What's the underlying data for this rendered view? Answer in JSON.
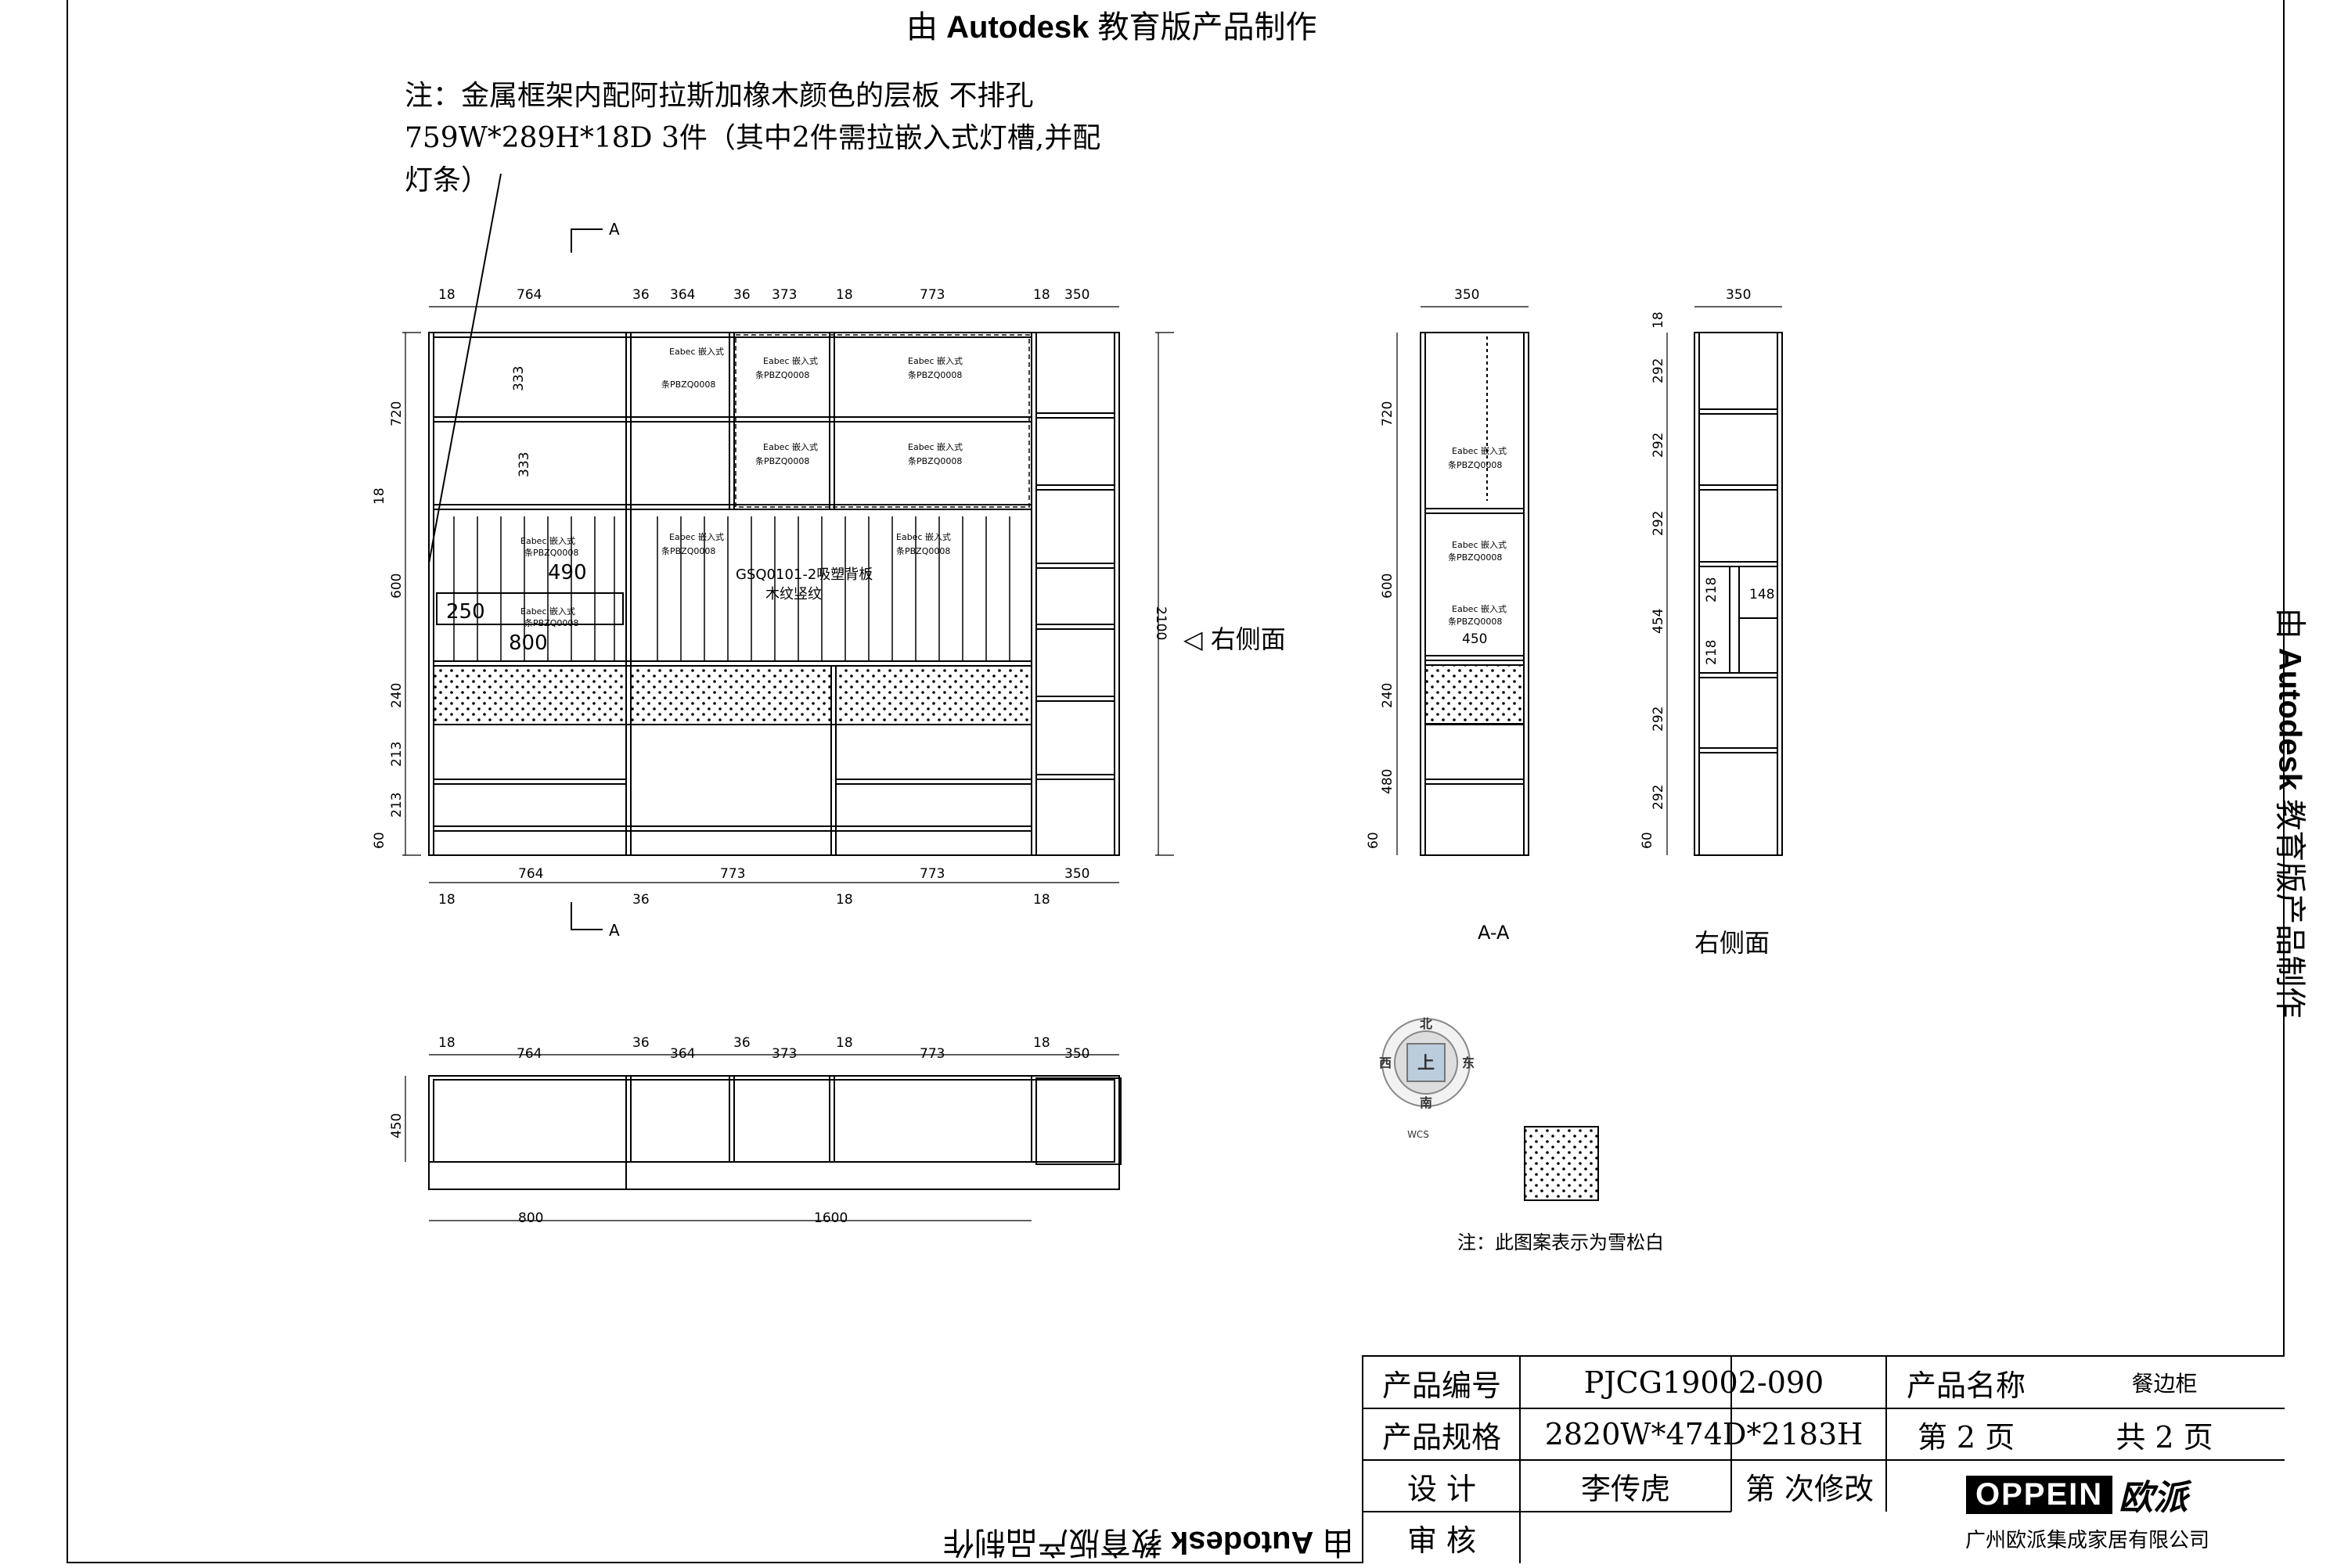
{
  "watermark": {
    "prefix": "由",
    "brand": "Autodesk",
    "suffix": "教育版产品制作"
  },
  "note": {
    "line1": "注：金属框架内配阿拉斯加橡木颜色的层板  不排孔",
    "line2": "759W*289H*18D  3件（其中2件需拉嵌入式灯槽,并配",
    "line3": "灯条）"
  },
  "labels": {
    "right_side_arrow": "◁ 右侧面",
    "section_aa": "A-A",
    "right_side": "右侧面",
    "section_marker": "A",
    "hatch_note": "注：此图案表示为雪松白",
    "back_panel_1": "GSQ0101-2吸塑背板",
    "back_panel_2": "木纹竖纹",
    "light_1": "Eabec 嵌入式",
    "light_2": "条PBZQ0008",
    "viewcube_n": "北",
    "viewcube_w": "西",
    "viewcube_e": "东",
    "viewcube_s": "南",
    "viewcube_face": "上",
    "viewcube_wcs": "WCS"
  },
  "dimensions": {
    "top_row": [
      "18",
      "764",
      "36",
      "364",
      "36",
      "373",
      "18",
      "773",
      "18",
      "350"
    ],
    "bottom_row": [
      "764",
      "773",
      "773",
      "350"
    ],
    "bottom_small": [
      "18",
      "36",
      "18",
      "18"
    ],
    "left_col": [
      "720",
      "18",
      "600",
      "240",
      "213",
      "213",
      "60"
    ],
    "inner": [
      "333",
      "333",
      "490",
      "250",
      "800"
    ],
    "total_height": "2100",
    "plan_top": [
      "18",
      "764",
      "36",
      "364",
      "36",
      "373",
      "18",
      "773",
      "18",
      "350"
    ],
    "plan_depth": "450",
    "plan_bottom": [
      "800",
      "1600"
    ],
    "aa_width": "350",
    "aa_left": [
      "720",
      "600",
      "240",
      "480",
      "60"
    ],
    "aa_inner": "450",
    "rs_width": "350",
    "rs_left": [
      "18",
      "292",
      "292",
      "292",
      "454",
      "292",
      "292",
      "60"
    ],
    "rs_inner": [
      "218",
      "218",
      "148"
    ]
  },
  "title_block": {
    "code_label": "产品编号",
    "code_value": "PJCG19002-090",
    "name_label": "产品名称",
    "name_value": "餐边柜",
    "spec_label": "产品规格",
    "spec_value": "2820W*474D*2183H",
    "page_label": "第 2 页",
    "total_label": "共 2 页",
    "design_label": "设     计",
    "designer": "李传虎",
    "revision_label": "第 次修改",
    "review_label": "审     核",
    "company_logo": "OPPEIN",
    "company_logo_cn": "欧派",
    "company_name": "广州欧派集成家居有限公司"
  }
}
